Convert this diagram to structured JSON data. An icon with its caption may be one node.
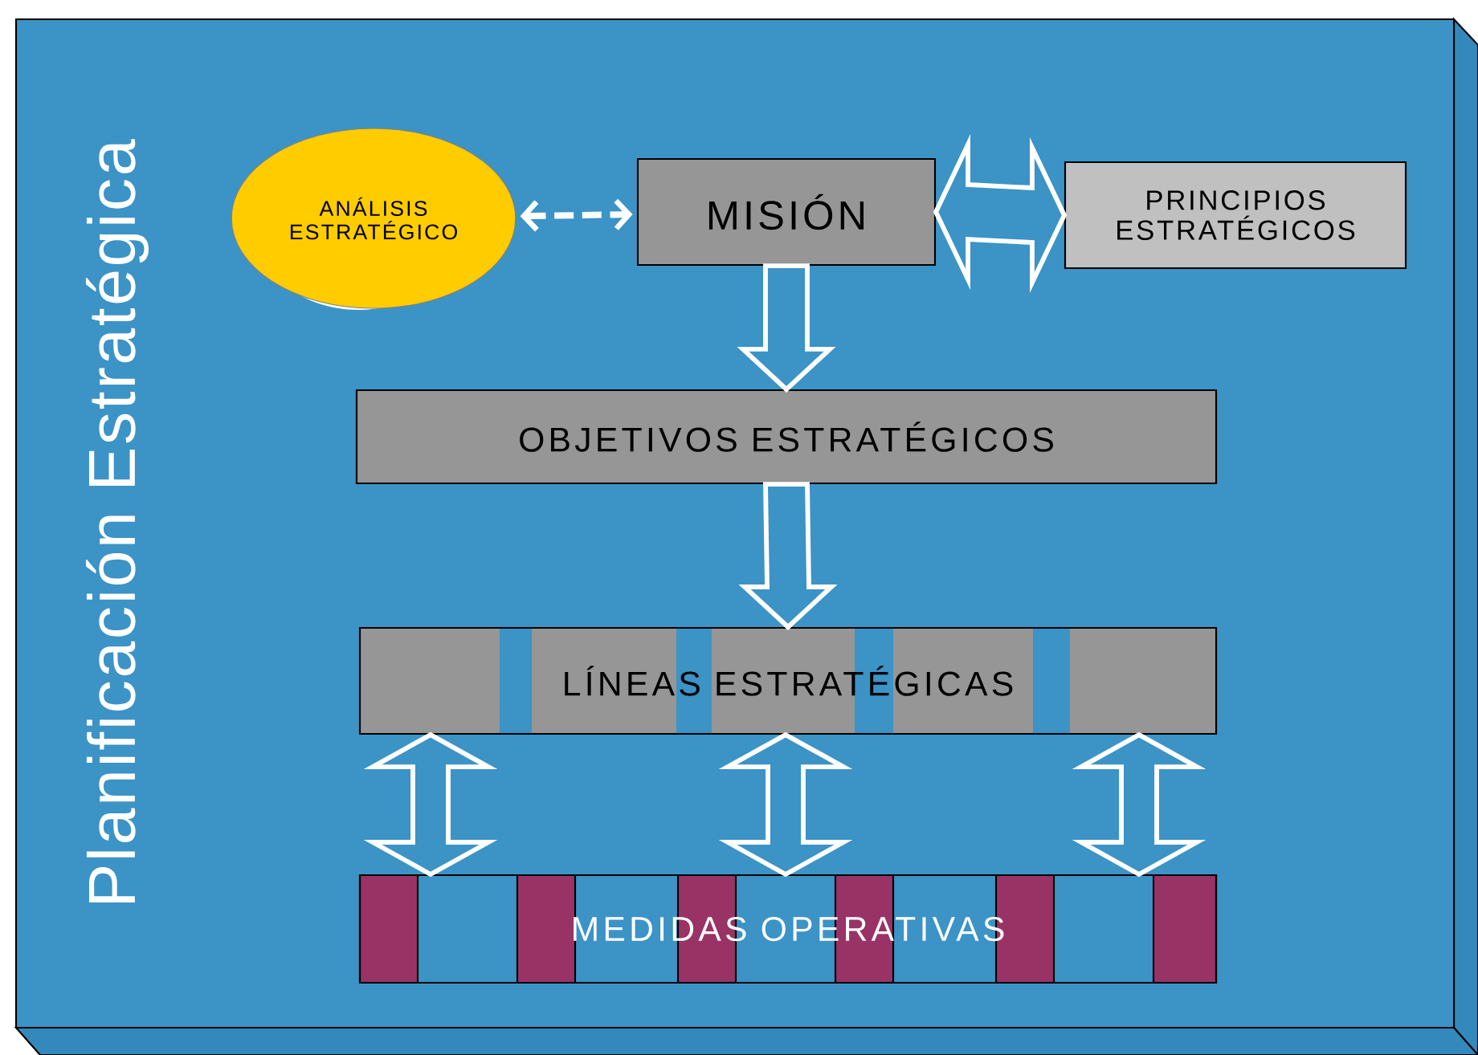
{
  "diagram": {
    "nodes": [
      {
        "text": [
          "Planificación Estratégica"
        ]
      },
      {
        "text": [
          "ANÁLISIS ESTRATÉGICO"
        ],
        "in": 0
      },
      {
        "text": [
          "MISIÓN"
        ],
        "in": 0
      },
      {
        "text": [
          "PRINCIPIOS ESTRATÉGICOS"
        ],
        "in": 0
      },
      {
        "text": [
          "OBJETIVOS ESTRATÉGICOS"
        ],
        "in": 0
      },
      {
        "text": [
          "LÍNEAS ESTRATÉGICAS"
        ],
        "in": 0
      },
      {
        "text": [
          "MEDIDAS OPERATIVAS"
        ],
        "in": 0
      }
    ],
    "edges": [
      {
        "from": 1,
        "to": 2,
        "arrow": "both",
        "style": "dashed"
      },
      {
        "from": 2,
        "to": 3,
        "arrow": "both"
      },
      {
        "from": 2,
        "to": 4,
        "arrow": "to"
      },
      {
        "from": 4,
        "to": 5,
        "arrow": "to"
      },
      {
        "from": 5,
        "to": 6,
        "arrow": "both"
      },
      {
        "from": 5,
        "to": 6,
        "arrow": "both"
      },
      {
        "from": 5,
        "to": 6,
        "arrow": "both"
      }
    ]
  }
}
